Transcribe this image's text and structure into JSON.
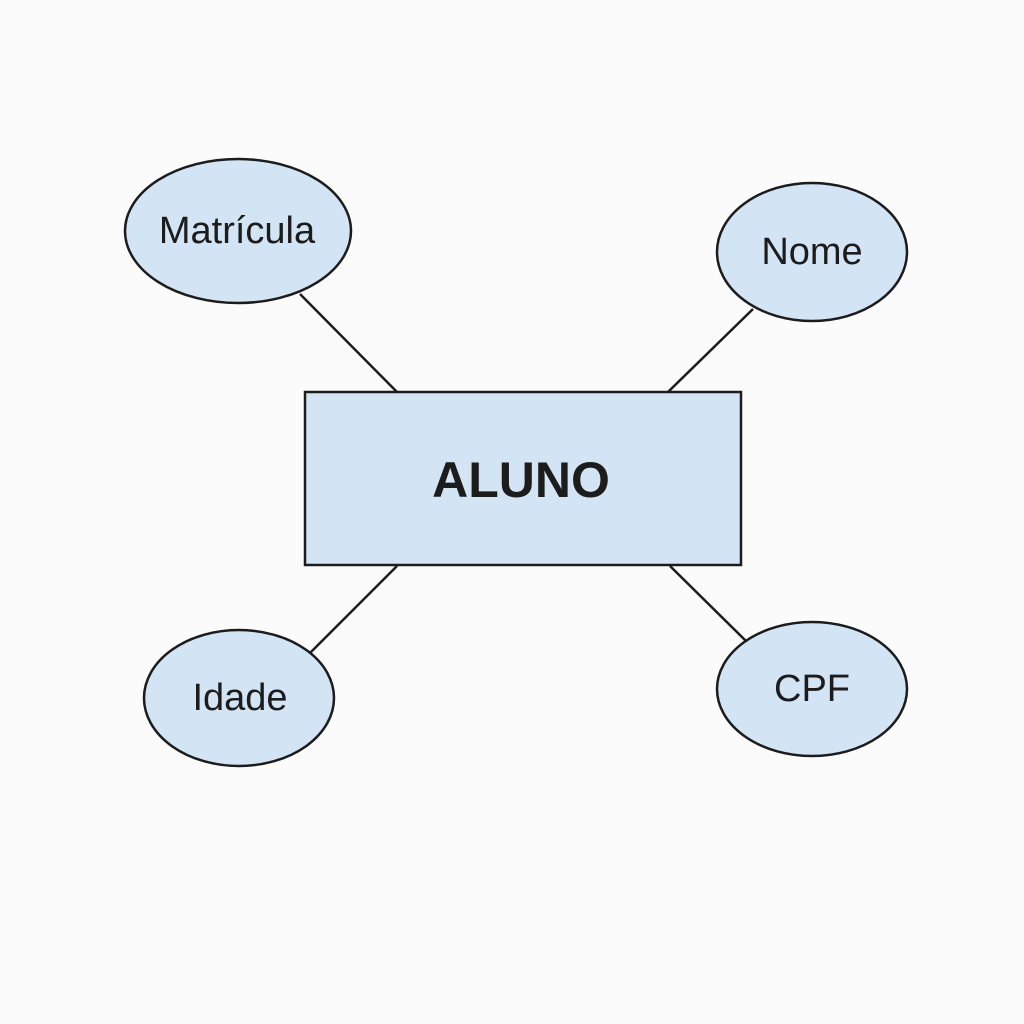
{
  "entity": {
    "name": "ALUNO"
  },
  "attributes": {
    "matricula": "Matrícula",
    "nome": "Nome",
    "idade": "Idade",
    "cpf": "CPF"
  },
  "colors": {
    "fill": "#d3e5f5",
    "stroke": "#1c1c1c",
    "background": "#fbfbfb"
  }
}
